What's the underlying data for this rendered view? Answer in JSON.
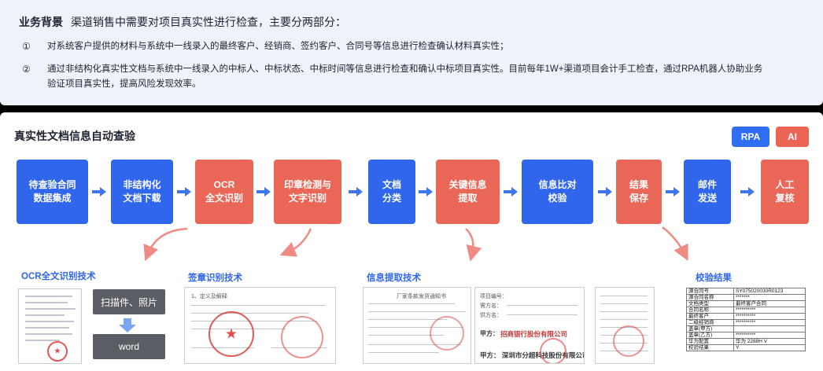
{
  "background": {
    "title_bold": "业务背景",
    "title_rest": "渠道销售中需要对项目真实性进行检查，主要分两部分：",
    "items": [
      {
        "num": "①",
        "text": "对系统客户提供的材料与系统中一线录入的最终客户、经销商、签约客户、合同号等信息进行检查确认材料真实性；"
      },
      {
        "num": "②",
        "text_line1": "通过非结构化真实性文档与系统中一线录入的中标人、中标状态、中标时间等信息进行检查和确认中标项目真实性。目前每年1W+渠道项目会计手工检查，通过RPA机器人协助业务",
        "text_line2": "验证项目真实性，提高风险发现效率。"
      }
    ]
  },
  "main": {
    "title": "真实性文档信息自动查验",
    "legend": {
      "rpa": "RPA",
      "ai": "AI"
    },
    "steps": [
      {
        "line1": "待查验合同",
        "line2": "数据集成",
        "type": "RPA"
      },
      {
        "line1": "非结构化",
        "line2": "文档下载",
        "type": "RPA"
      },
      {
        "line1": "OCR",
        "line2": "全文识别",
        "type": "AI"
      },
      {
        "line1": "印章检测与",
        "line2": "文字识别",
        "type": "AI"
      },
      {
        "line1": "文档",
        "line2": "分类",
        "type": "RPA"
      },
      {
        "line1": "关键信息",
        "line2": "提取",
        "type": "AI"
      },
      {
        "line1": "信息比对",
        "line2": "校验",
        "type": "RPA"
      },
      {
        "line1": "结果",
        "line2": "保存",
        "type": "AI"
      },
      {
        "line1": "邮件",
        "line2": "发送",
        "type": "RPA"
      },
      {
        "line1": "人工",
        "line2": "复核",
        "type": "AI"
      }
    ],
    "sections": {
      "ocr": "OCR全文识别技术",
      "seal": "签章识别技术",
      "extract": "信息提取技术",
      "result": "校验结果"
    },
    "ocr_flow": {
      "input": "扫描件、照片",
      "output": "word"
    },
    "doc_texts": {
      "notice_title": "厂家条款发货通知书",
      "bank": "招商银行股份有限公司",
      "party_a": "甲方：",
      "party_a2": "甲方：  深圳市分超科技股份有限公司",
      "project": "项目编号：",
      "buyer": "需方名：",
      "supplier": "供方名：",
      "definition": "1、定义及解释"
    },
    "result_table": [
      [
        "源合同号",
        "SY075020030R0123"
      ],
      [
        "源合同名称",
        "*******"
      ],
      [
        "文档类型",
        "最终客户合同"
      ],
      [
        "合同名称",
        "**********"
      ],
      [
        "最终客户",
        "**********"
      ],
      [
        "二级经销商",
        "**********"
      ],
      [
        "盖章(甲方)",
        ""
      ],
      [
        "盖章(乙方)",
        "**********"
      ],
      [
        "华为配置",
        "华为 2288H V"
      ],
      [
        "校验结果",
        "Y"
      ]
    ],
    "colors": {
      "blue": "#2f66ec",
      "red": "#ea6656",
      "title_blue": "#2f66ec"
    }
  }
}
